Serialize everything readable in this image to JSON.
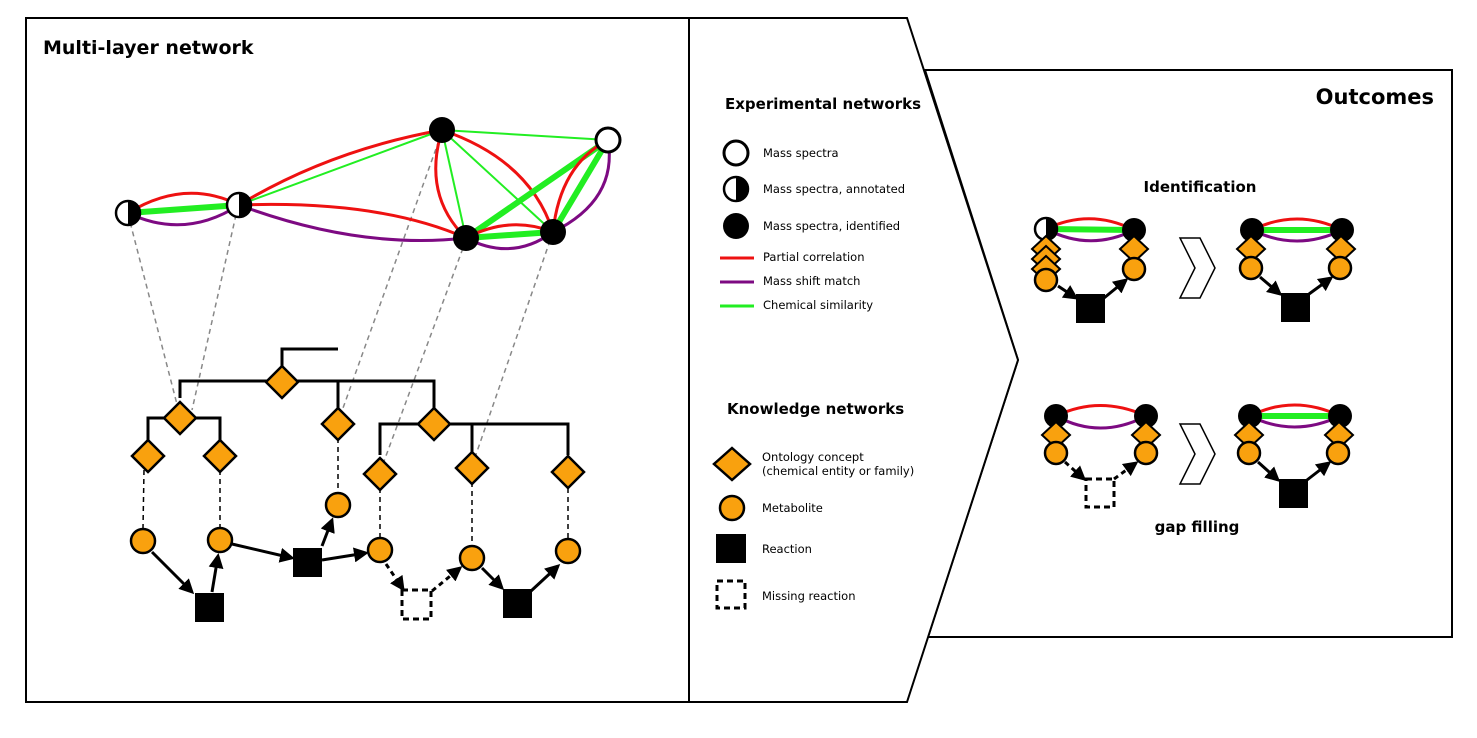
{
  "left_panel": {
    "title": "Multi-layer network"
  },
  "legend": {
    "experimental_heading": "Experimental networks",
    "items_experimental": [
      {
        "key": "mass-spectra",
        "label": "Mass spectra"
      },
      {
        "key": "mass-spectra-annotated",
        "label": "Mass spectra, annotated"
      },
      {
        "key": "mass-spectra-identified",
        "label": "Mass spectra, identified"
      },
      {
        "key": "partial-correlation",
        "label": "Partial correlation"
      },
      {
        "key": "mass-shift-match",
        "label": "Mass shift match"
      },
      {
        "key": "chemical-similarity",
        "label": "Chemical similarity"
      }
    ],
    "knowledge_heading": "Knowledge networks",
    "ontology_label_line1": "Ontology concept",
    "ontology_label_line2": "(chemical entity or family)",
    "metabolite_label": "Metabolite",
    "reaction_label": "Reaction",
    "missing_reaction_label": "Missing reaction"
  },
  "outcomes": {
    "title": "Outcomes",
    "identification_label": "Identification",
    "gap_filling_label": "gap filling"
  },
  "colors": {
    "partial_correlation": "#ee1111",
    "mass_shift_match": "#7d0a82",
    "chemical_similarity": "#22ee22",
    "metabolite_fill": "#f9a10e",
    "node_black": "#000000"
  }
}
